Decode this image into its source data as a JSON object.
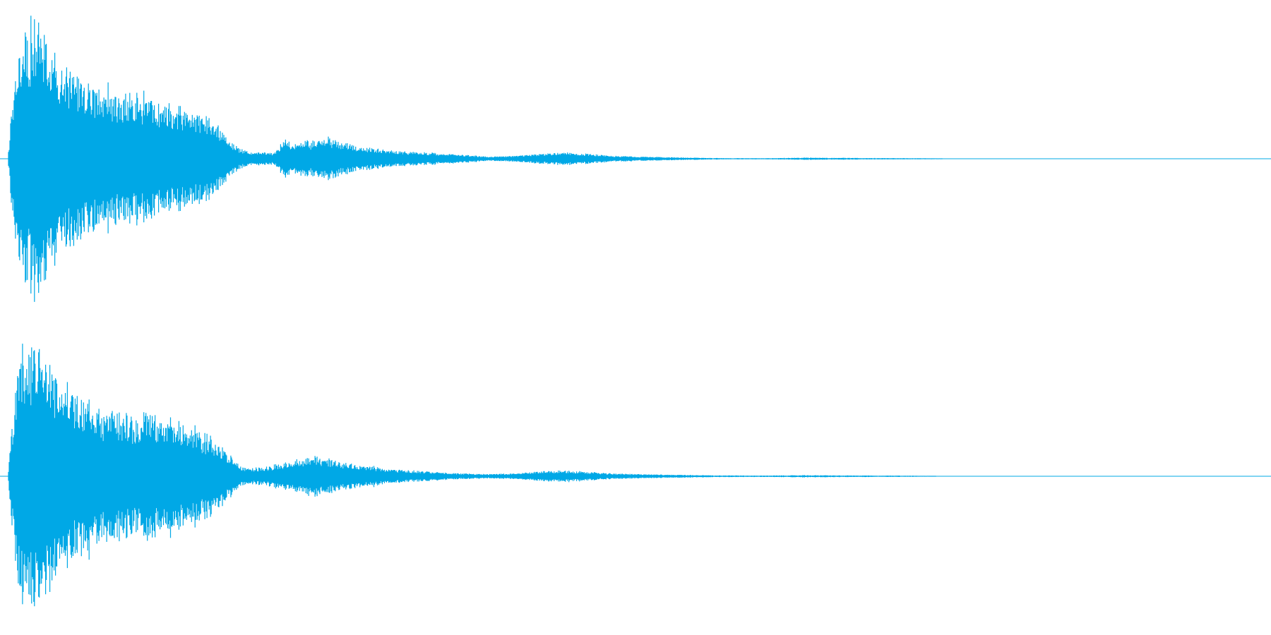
{
  "waveform": {
    "color": "#00a8e6",
    "channels": [
      {
        "name": "",
        "envelope": [
          [
            0.0,
            0.05
          ],
          [
            0.003,
            0.4
          ],
          [
            0.008,
            0.78
          ],
          [
            0.012,
            0.86
          ],
          [
            0.016,
            0.92
          ],
          [
            0.02,
            0.96
          ],
          [
            0.024,
            1.0
          ],
          [
            0.028,
            0.94
          ],
          [
            0.034,
            0.8
          ],
          [
            0.04,
            0.7
          ],
          [
            0.048,
            0.64
          ],
          [
            0.055,
            0.58
          ],
          [
            0.062,
            0.55
          ],
          [
            0.07,
            0.5
          ],
          [
            0.08,
            0.48
          ],
          [
            0.09,
            0.46
          ],
          [
            0.1,
            0.44
          ],
          [
            0.11,
            0.42
          ],
          [
            0.12,
            0.4
          ],
          [
            0.13,
            0.38
          ],
          [
            0.14,
            0.36
          ],
          [
            0.15,
            0.33
          ],
          [
            0.16,
            0.28
          ],
          [
            0.168,
            0.22
          ],
          [
            0.175,
            0.14
          ],
          [
            0.182,
            0.08
          ],
          [
            0.19,
            0.05
          ],
          [
            0.2,
            0.05
          ],
          [
            0.21,
            0.04
          ],
          [
            0.216,
            0.11
          ],
          [
            0.22,
            0.14
          ],
          [
            0.226,
            0.1
          ],
          [
            0.232,
            0.14
          ],
          [
            0.24,
            0.12
          ],
          [
            0.25,
            0.15
          ],
          [
            0.258,
            0.14
          ],
          [
            0.265,
            0.11
          ],
          [
            0.275,
            0.1
          ],
          [
            0.285,
            0.08
          ],
          [
            0.3,
            0.06
          ],
          [
            0.32,
            0.05
          ],
          [
            0.34,
            0.04
          ],
          [
            0.36,
            0.03
          ],
          [
            0.38,
            0.015
          ],
          [
            0.4,
            0.02
          ],
          [
            0.42,
            0.035
          ],
          [
            0.44,
            0.045
          ],
          [
            0.46,
            0.035
          ],
          [
            0.48,
            0.02
          ],
          [
            0.5,
            0.015
          ],
          [
            0.53,
            0.01
          ],
          [
            0.56,
            0.005
          ],
          [
            0.6,
            0.004
          ],
          [
            0.63,
            0.008
          ],
          [
            0.66,
            0.006
          ],
          [
            0.7,
            0.005
          ],
          [
            0.737,
            0.003
          ],
          [
            0.74,
            0.0
          ]
        ]
      },
      {
        "name": "",
        "envelope": [
          [
            0.0,
            0.05
          ],
          [
            0.003,
            0.4
          ],
          [
            0.008,
            0.76
          ],
          [
            0.012,
            0.84
          ],
          [
            0.016,
            0.92
          ],
          [
            0.02,
            0.97
          ],
          [
            0.024,
            1.0
          ],
          [
            0.028,
            0.93
          ],
          [
            0.034,
            0.8
          ],
          [
            0.04,
            0.7
          ],
          [
            0.048,
            0.62
          ],
          [
            0.055,
            0.56
          ],
          [
            0.062,
            0.52
          ],
          [
            0.07,
            0.48
          ],
          [
            0.08,
            0.46
          ],
          [
            0.09,
            0.44
          ],
          [
            0.1,
            0.42
          ],
          [
            0.11,
            0.44
          ],
          [
            0.12,
            0.42
          ],
          [
            0.13,
            0.4
          ],
          [
            0.14,
            0.36
          ],
          [
            0.15,
            0.32
          ],
          [
            0.16,
            0.28
          ],
          [
            0.168,
            0.22
          ],
          [
            0.175,
            0.15
          ],
          [
            0.182,
            0.08
          ],
          [
            0.19,
            0.06
          ],
          [
            0.2,
            0.06
          ],
          [
            0.21,
            0.08
          ],
          [
            0.22,
            0.1
          ],
          [
            0.23,
            0.12
          ],
          [
            0.24,
            0.14
          ],
          [
            0.25,
            0.13
          ],
          [
            0.26,
            0.11
          ],
          [
            0.275,
            0.09
          ],
          [
            0.29,
            0.07
          ],
          [
            0.3,
            0.05
          ],
          [
            0.32,
            0.04
          ],
          [
            0.34,
            0.03
          ],
          [
            0.36,
            0.02
          ],
          [
            0.38,
            0.015
          ],
          [
            0.4,
            0.02
          ],
          [
            0.42,
            0.035
          ],
          [
            0.44,
            0.04
          ],
          [
            0.46,
            0.03
          ],
          [
            0.48,
            0.02
          ],
          [
            0.5,
            0.015
          ],
          [
            0.53,
            0.01
          ],
          [
            0.56,
            0.006
          ],
          [
            0.6,
            0.005
          ],
          [
            0.63,
            0.008
          ],
          [
            0.66,
            0.006
          ],
          [
            0.7,
            0.005
          ],
          [
            0.73,
            0.003
          ],
          [
            0.735,
            0.0
          ]
        ]
      }
    ]
  }
}
